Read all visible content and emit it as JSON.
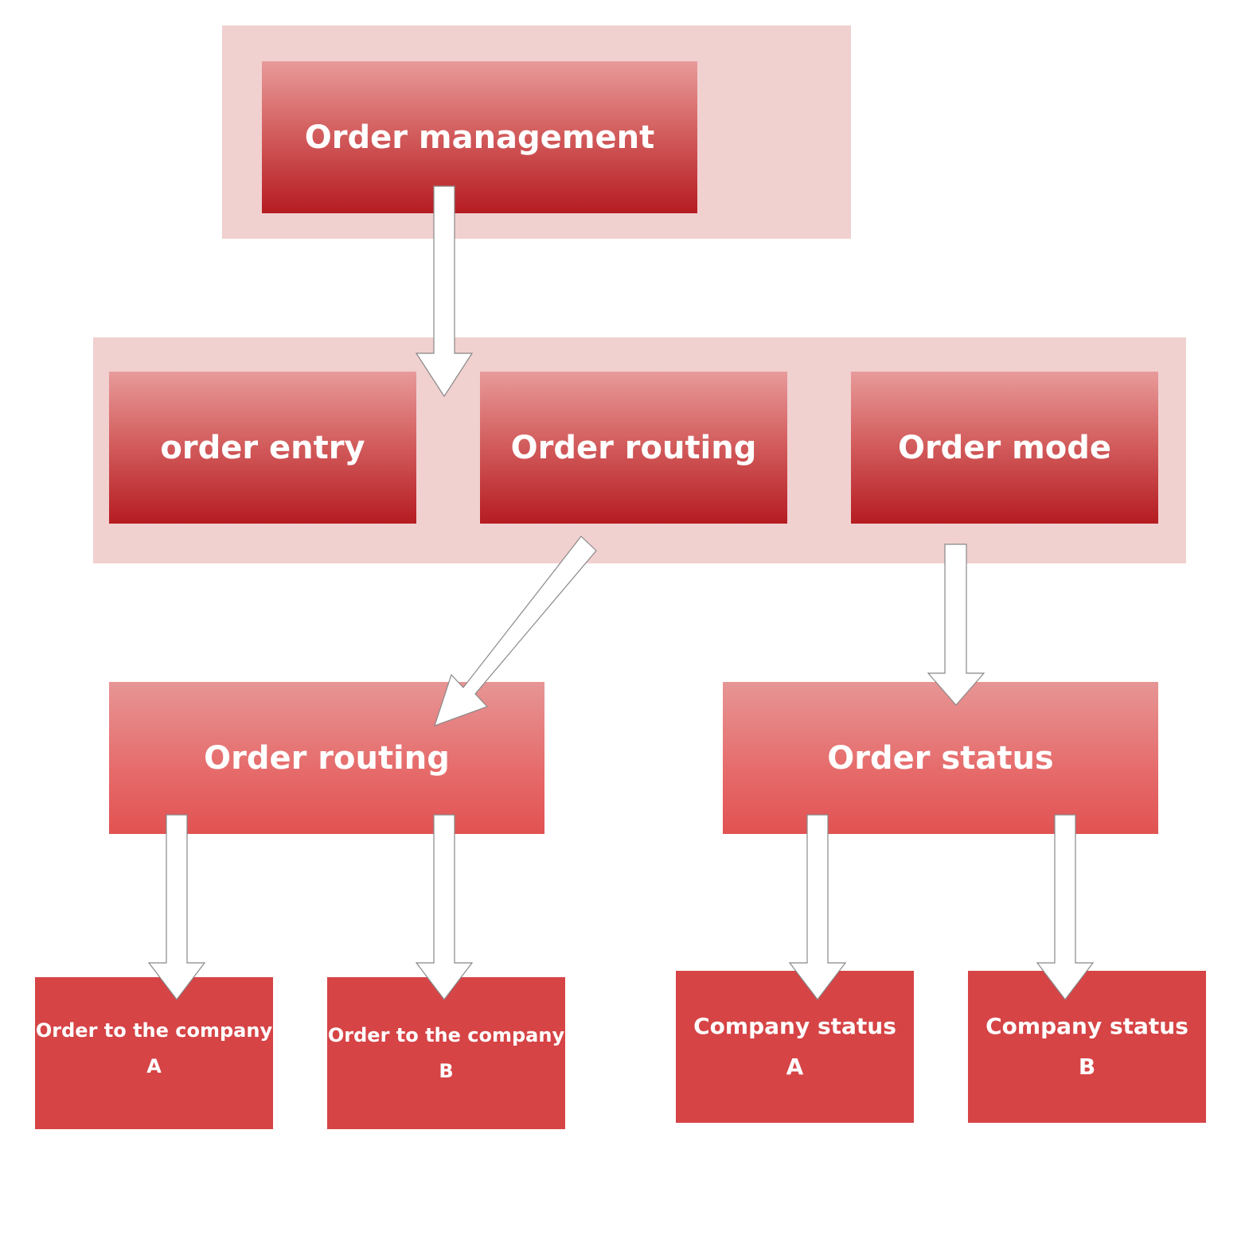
{
  "level1": {
    "order_management": "Order management"
  },
  "level2": {
    "order_entry": "order entry",
    "order_routing": "Order routing",
    "order_mode": "Order mode"
  },
  "level3": {
    "order_routing": "Order routing",
    "order_status": "Order status"
  },
  "level4": {
    "order_company_a": {
      "line1": "Order to the company",
      "line2": "A"
    },
    "order_company_b": {
      "line1": "Order to the company",
      "line2": "B"
    },
    "company_status_a": {
      "line1": "Company status",
      "line2": "A"
    },
    "company_status_b": {
      "line1": "Company status",
      "line2": "B"
    }
  },
  "colors": {
    "group_background": "#f1d0d0",
    "box_dark_bottom": "#b51c22",
    "box_light_bottom": "#e25252",
    "box_flat": "#d64446",
    "arrow_fill": "#ffffff",
    "arrow_stroke": "#888888"
  }
}
